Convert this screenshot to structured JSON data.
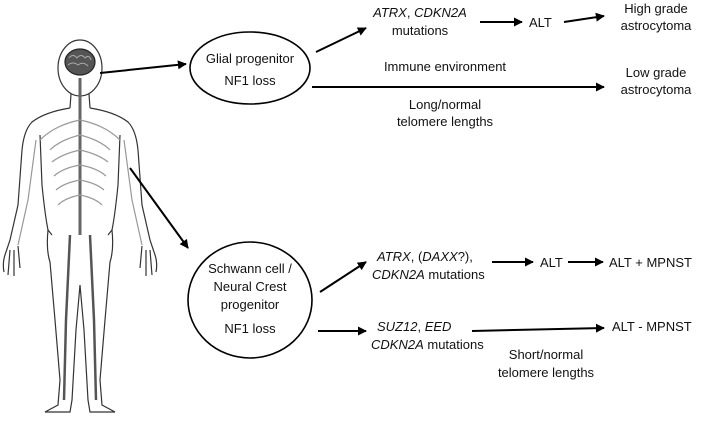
{
  "nodes": {
    "glial": {
      "line1": "Glial progenitor",
      "line2": "NF1 loss"
    },
    "schwann": {
      "line1": "Schwann cell /",
      "line2": "Neural Crest",
      "line3": "progenitor",
      "line4": "NF1 loss"
    }
  },
  "glial_branch": {
    "mutations": {
      "gene1": "ATRX",
      "sep": ", ",
      "gene2": "CDKN2A",
      "suffix": "mutations"
    },
    "alt": "ALT",
    "high_grade": {
      "line1": "High grade",
      "line2": "astrocytoma"
    },
    "immune": "Immune environment",
    "telomere": {
      "line1": "Long/normal",
      "line2": "telomere lengths"
    },
    "low_grade": {
      "line1": "Low grade",
      "line2": "astrocytoma"
    }
  },
  "schwann_branch": {
    "upper_mutations": {
      "gene1": "ATRX",
      "mid": ", (",
      "gene2": "DAXX",
      "mid2": "?),",
      "gene3": "CDKN2A",
      "suffix": " mutations"
    },
    "alt": "ALT",
    "alt_plus": "ALT + MPNST",
    "lower_mutations": {
      "gene1": "SUZ12",
      "sep": ", ",
      "gene2": "EED",
      "gene3": "CDKN2A",
      "suffix": " mutations"
    },
    "alt_minus": "ALT - MPNST",
    "telomere": {
      "line1": "Short/normal",
      "line2": "telomere lengths"
    }
  },
  "figure": {
    "icon": "human-nervous-system-figure"
  }
}
